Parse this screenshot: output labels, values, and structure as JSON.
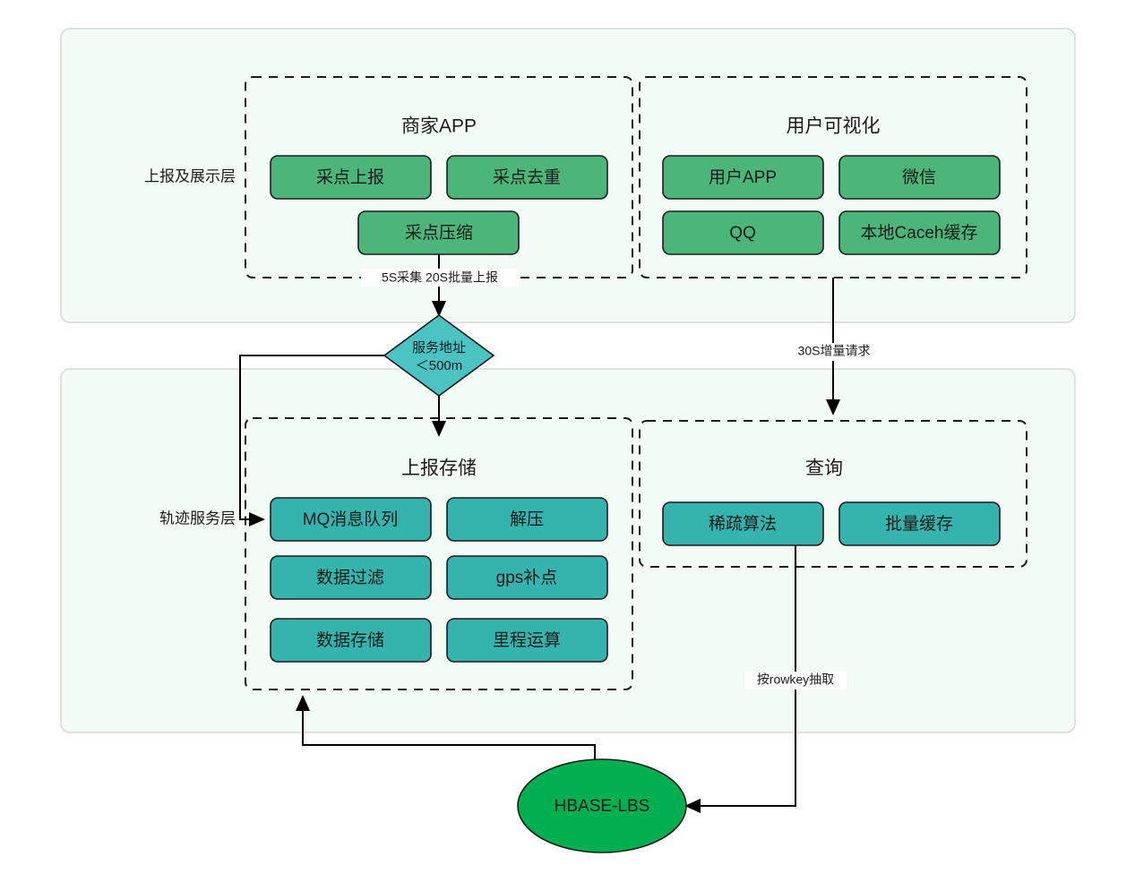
{
  "diagram": {
    "title_visible": false,
    "colors": {
      "panel_fill": "#f3fbf7",
      "panel_stroke": "#d8d8d8",
      "green_node": "#4cb579",
      "teal_node": "#35b3ad",
      "diamond": "#4cc3c3",
      "ellipse": "#00b050",
      "edge": "#000000",
      "text": "#1b1b1b"
    }
  },
  "layers": [
    {
      "id": "layer-1",
      "label": "上报及展示层"
    },
    {
      "id": "layer-2",
      "label": "轨迹服务层"
    }
  ],
  "groups": [
    {
      "id": "group-merchant-app",
      "title": "商家APP"
    },
    {
      "id": "group-user-visual",
      "title": "用户可视化"
    },
    {
      "id": "group-report-storage",
      "title": "上报存储"
    },
    {
      "id": "group-query",
      "title": "查询"
    }
  ],
  "nodes": {
    "merchant_app": [
      {
        "id": "node-collect-report",
        "label": "采点上报"
      },
      {
        "id": "node-collect-dedup",
        "label": "采点去重"
      },
      {
        "id": "node-collect-compress",
        "label": "采点压缩"
      }
    ],
    "user_visual": [
      {
        "id": "node-user-app",
        "label": "用户APP"
      },
      {
        "id": "node-wechat",
        "label": "微信"
      },
      {
        "id": "node-qq",
        "label": "QQ"
      },
      {
        "id": "node-local-cache",
        "label": "本地Caceh缓存"
      }
    ],
    "report_storage": [
      {
        "id": "node-mq",
        "label": "MQ消息队列"
      },
      {
        "id": "node-decompress",
        "label": "解压"
      },
      {
        "id": "node-data-filter",
        "label": "数据过滤"
      },
      {
        "id": "node-gps-fill",
        "label": "gps补点"
      },
      {
        "id": "node-data-store",
        "label": "数据存储"
      },
      {
        "id": "node-mileage-calc",
        "label": "里程运算"
      }
    ],
    "query": [
      {
        "id": "node-sparse-algo",
        "label": "稀疏算法"
      },
      {
        "id": "node-batch-cache",
        "label": "批量缓存"
      }
    ],
    "decision": {
      "id": "node-service-address",
      "line1": "服务地址",
      "line2": "＜500m"
    },
    "datastore": {
      "id": "node-hbase-lbs",
      "label": "HBASE-LBS"
    }
  },
  "edge_labels": [
    {
      "id": "edge-label-collect",
      "text": "5S采集 20S批量上报"
    },
    {
      "id": "edge-label-incremental",
      "text": "30S增量请求"
    },
    {
      "id": "edge-label-rowkey",
      "text": "按rowkey抽取"
    }
  ]
}
